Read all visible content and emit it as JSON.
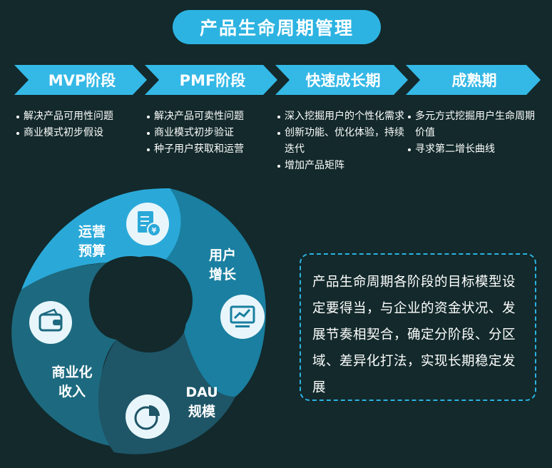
{
  "title": "产品生命周期管理",
  "stages": [
    {
      "label": "MVP阶段",
      "items": [
        "解决产品可用性问题",
        "商业模式初步假设"
      ]
    },
    {
      "label": "PMF阶段",
      "items": [
        "解决产品可卖性问题",
        "商业模式初步验证",
        "种子用户获取和运营"
      ]
    },
    {
      "label": "快速成长期",
      "items": [
        "深入挖掘用户的个性化需求",
        "创新功能、优化体验，持续迭代",
        "增加产品矩阵"
      ]
    },
    {
      "label": "成熟期",
      "items": [
        "多元方式挖掘用户生命周期价值",
        "寻求第二增长曲线"
      ]
    }
  ],
  "cycle": {
    "segments": [
      {
        "line1": "运营",
        "line2": "预算",
        "icon": "budget-document-yen-icon"
      },
      {
        "line1": "用户",
        "line2": "增长",
        "icon": "growth-chart-icon"
      },
      {
        "line1": "DAU",
        "line2": "规模",
        "icon": "pie-chart-icon"
      },
      {
        "line1": "商业化",
        "line2": "收入",
        "icon": "wallet-icon"
      }
    ]
  },
  "note": "产品生命周期各阶段的目标模型设定要得当，与企业的资金状况、发展节奏相契合，确定分阶段、分区域、差异化打法，实现长期稳定发展",
  "colors": {
    "background": "#13292b",
    "accent": "#2cb3e1",
    "arrow": "#34b8e6",
    "seg_light": "#2aa9d9",
    "seg_mid": "#1a7fa0",
    "seg_dark": "#1d6a80",
    "seg_deep": "#1e5567"
  }
}
